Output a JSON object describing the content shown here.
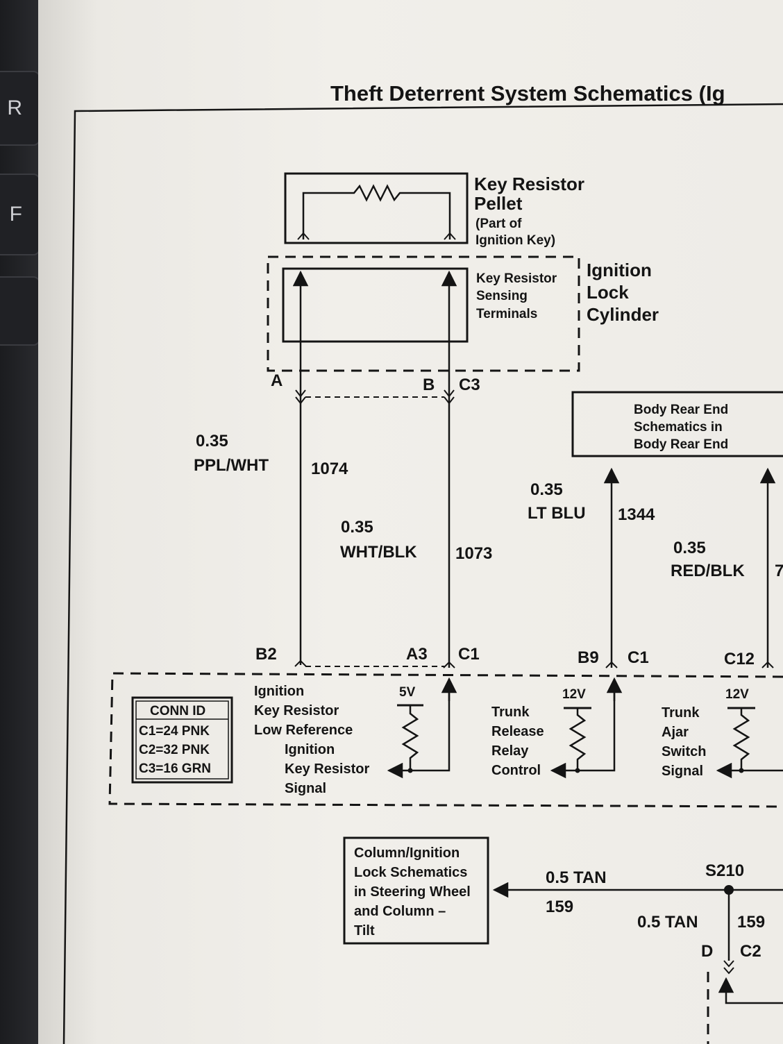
{
  "keyboard": {
    "keys": [
      "R",
      "F"
    ]
  },
  "title": "Theft Deterrent System Schematics (Ig",
  "components": {
    "key_pellet": {
      "line1": "Key Resistor",
      "line2": "Pellet",
      "note1": "(Part of",
      "note2": "Ignition Key)"
    },
    "sensing_terminals": {
      "line1": "Key Resistor",
      "line2": "Sensing",
      "line3": "Terminals"
    },
    "lock_cylinder": {
      "line1": "Ignition",
      "line2": "Lock",
      "line3": "Cylinder"
    },
    "body_rear_end": {
      "line1": "Body Rear End",
      "line2": "Schematics in",
      "line3": "Body Rear End"
    },
    "column_ignition": {
      "line1": "Column/Ignition",
      "line2": "Lock Schematics",
      "line3": "in Steering Wheel",
      "line4": "and Column –",
      "line5": "Tilt"
    }
  },
  "pins": {
    "a": "A",
    "b": "B",
    "c3": "C3",
    "b2": "B2",
    "a3": "A3",
    "c1": "C1",
    "b9": "B9",
    "c1b": "C1",
    "c12": "C12",
    "d": "D",
    "c2": "C2"
  },
  "wires": {
    "w1074": {
      "gauge": "0.35",
      "color": "PPL/WHT",
      "circuit": "1074"
    },
    "w1073": {
      "gauge": "0.35",
      "color": "WHT/BLK",
      "circuit": "1073"
    },
    "w1344": {
      "gauge": "0.35",
      "color": "LT BLU",
      "circuit": "1344"
    },
    "wredblk": {
      "gauge": "0.35",
      "color": "RED/BLK",
      "circuit": "7"
    },
    "w159h": {
      "label": "0.5 TAN",
      "circuit": "159"
    },
    "w159v": {
      "label": "0.5 TAN",
      "circuit": "159"
    }
  },
  "splice": "S210",
  "module": {
    "low_ref": {
      "line1": "Ignition",
      "line2": "Key Resistor",
      "line3": "Low Reference"
    },
    "signal": {
      "line1": "Ignition",
      "line2": "Key Resistor",
      "line3": "Signal"
    },
    "v5": "5V",
    "v12a": "12V",
    "v12b": "12V",
    "trunk_release": {
      "line1": "Trunk",
      "line2": "Release",
      "line3": "Relay",
      "line4": "Control"
    },
    "trunk_ajar": {
      "line1": "Trunk",
      "line2": "Ajar",
      "line3": "Switch",
      "line4": "Signal"
    }
  },
  "conn_id": {
    "title": "CONN ID",
    "rows": [
      "C1=24 PNK",
      "C2=32 PNK",
      "C3=16 GRN"
    ]
  },
  "colors": {
    "ink": "#141414",
    "paper": "#eeece7"
  }
}
